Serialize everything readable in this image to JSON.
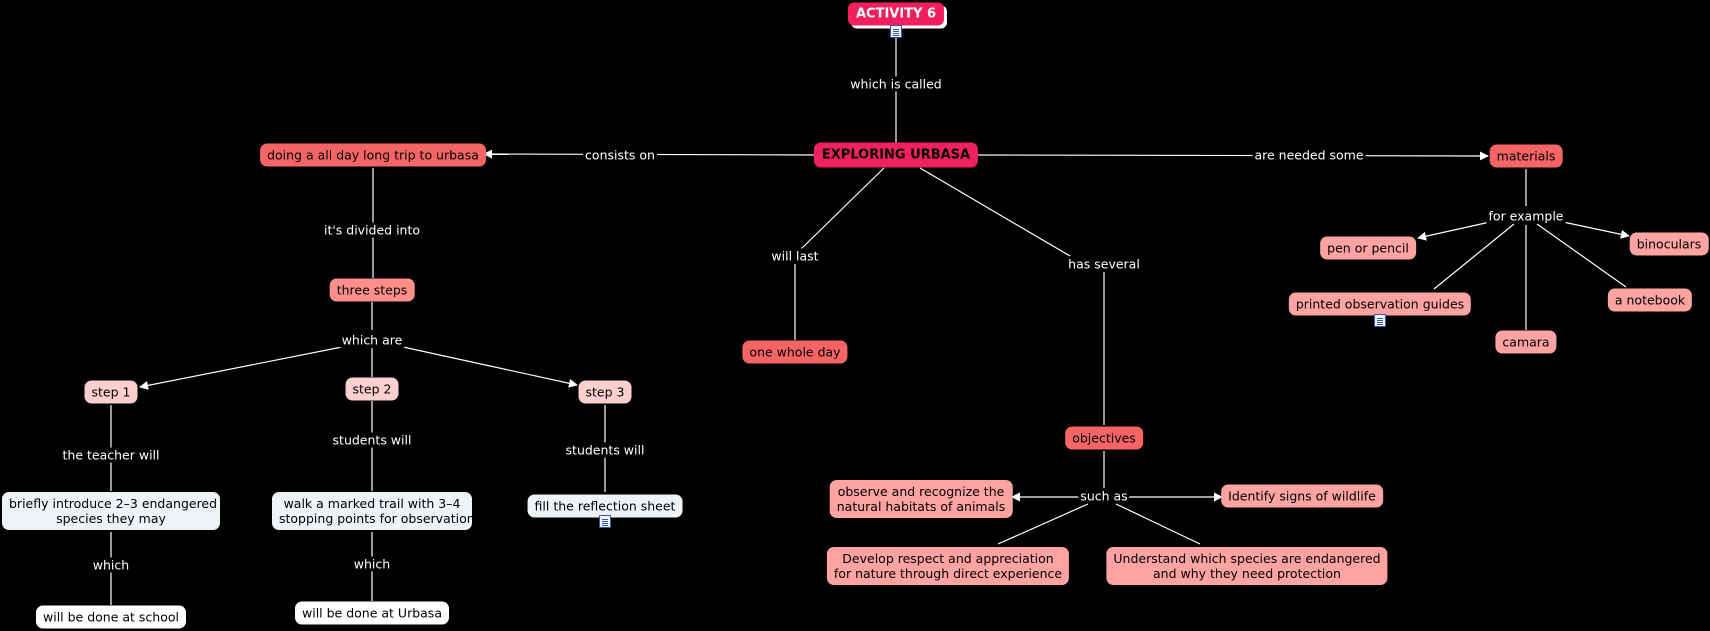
{
  "nodes": {
    "activity": "ACTIVITY 6",
    "root": "EXPLORING URBASA",
    "trip": "doing a all day long trip to urbasa",
    "three_steps": "three steps",
    "step1": "step 1",
    "step2": "step 2",
    "step3": "step 3",
    "introduce": [
      "briefly introduce 2–3 endangered",
      "species they may"
    ],
    "walk": [
      "walk a marked trail with 3–4",
      "stopping points for observation"
    ],
    "reflection": "fill the reflection sheet",
    "school": "will be done at school",
    "urbasa_done": "will be done at Urbasa",
    "whole_day": "one whole day",
    "objectives": "objectives",
    "observe": [
      "observe and recognize the",
      "natural habitats of animals"
    ],
    "identify": "Identify signs of wildlife",
    "develop": [
      "Develop respect and appreciation",
      "for nature through direct experience"
    ],
    "understand": [
      "Understand which species are endangered",
      "and why they need protection"
    ],
    "materials": "materials",
    "pen": "pen or pencil",
    "binoculars": "binoculars",
    "guides": "printed observation guides",
    "notebook": "a notebook",
    "camara": "camara"
  },
  "links": {
    "called": "which is called",
    "consists": "consists on",
    "needed": "are needed some",
    "divided": "it's divided into",
    "which_are": "which are",
    "teacher": "the teacher will",
    "students2": "students will",
    "students3": "students will",
    "which1": "which",
    "which2": "which",
    "last": "will last",
    "several": "has several",
    "such_as": "such as",
    "example": "for example"
  }
}
